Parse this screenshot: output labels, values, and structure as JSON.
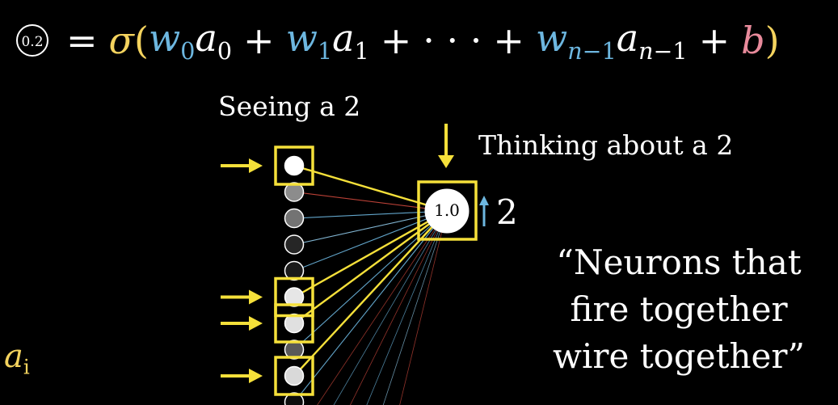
{
  "formula": {
    "activation_value": "0.2",
    "equals": "=",
    "sigma": "σ",
    "open_paren": "(",
    "close_paren": ")",
    "w": "w",
    "a": "a",
    "sub_0": "0",
    "sub_1": "1",
    "sub_n1_n": "n",
    "sub_n1_rest": "−1",
    "plus": "+",
    "dots": "· · ·",
    "b": "b"
  },
  "labels": {
    "seeing": "Seeing a 2",
    "thinking": "Thinking about a 2",
    "output_activation": "1.0",
    "digit": "2",
    "a_i_var": "a",
    "a_i_sub": "i"
  },
  "quote": {
    "line1": "“Neurons that",
    "line2": "fire together",
    "line3": "wire together”"
  },
  "network": {
    "input_activations": [
      1.0,
      0.55,
      0.45,
      0.15,
      0.1,
      0.9,
      0.88,
      0.35,
      0.85,
      0.05
    ],
    "highlighted_inputs": [
      0,
      5,
      6,
      8
    ],
    "connections": [
      {
        "from": 0,
        "color": "#f5e03a",
        "strong": true
      },
      {
        "from": 1,
        "color": "#d0493d",
        "strong": false
      },
      {
        "from": 2,
        "color": "#6db7e0",
        "strong": false
      },
      {
        "from": 3,
        "color": "#8fc8e8",
        "strong": false
      },
      {
        "from": 4,
        "color": "#6db7e0",
        "strong": false
      },
      {
        "from": 5,
        "color": "#f5e03a",
        "strong": true
      },
      {
        "from": 6,
        "color": "#f5e03a",
        "strong": true
      },
      {
        "from": 7,
        "color": "#6db7e0",
        "strong": false
      },
      {
        "from": 8,
        "color": "#f5e03a",
        "strong": true
      },
      {
        "from": 9,
        "color": "#6db7e0",
        "strong": false
      }
    ],
    "extra_faint_lines": [
      "#d0493d",
      "#6db7e0",
      "#d0493d",
      "#6db7e0",
      "#8fc8e8",
      "#d0493d"
    ],
    "colors": {
      "highlight": "#f5e03a",
      "increase_arrow": "#6db7e0",
      "neuron_outline": "#ffffff"
    }
  }
}
